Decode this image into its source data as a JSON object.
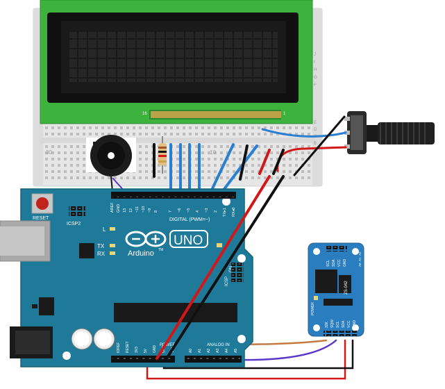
{
  "colors": {
    "board": "#1f7a99",
    "board_edge": "#16627b",
    "lcd_green": "#3db23d",
    "lcd_screen": "#1a1a1a",
    "breadboard": "#e8e8e8",
    "wire_blue": "#2a7fd0",
    "wire_red": "#d01818",
    "wire_black": "#111111",
    "wire_orange": "#c57a42",
    "wire_purple": "#5b34c9",
    "rtc_board": "#2a7ec0"
  },
  "arduino": {
    "brand": "Arduino",
    "trademark": "TM",
    "model": "UNO",
    "reset_label": "RESET",
    "icsp2_label": "ICSP2",
    "icsp_label": "ICSP",
    "led_l": "L",
    "led_tx": "TX",
    "led_rx": "RX",
    "on_label": "ON",
    "power_label": "POWER",
    "analog_label": "ANALOG IN",
    "digital_label": "DIGITAL (PWM=~)",
    "digital_pins": [
      "AREF",
      "GND",
      "13",
      "12",
      "~11",
      "~10",
      "~9",
      "8",
      "7",
      "~6",
      "~5",
      "4",
      "~3",
      "2",
      "TX▸1",
      "RX◂0"
    ],
    "power_pins": [
      "IOREF",
      "RESET",
      "3V3",
      "5V",
      "GND",
      "GND",
      "VIN"
    ],
    "analog_pins": [
      "A0",
      "A1",
      "A2",
      "A3",
      "A4",
      "A5"
    ]
  },
  "rtc": {
    "chip": "ZS-042",
    "power": "POWER",
    "top_pins": [
      "SCL",
      "SDA",
      "VCC",
      "GND"
    ],
    "bottom_pins": [
      "32K",
      "SQW",
      "SCL",
      "SDA",
      "VCC",
      "GND"
    ],
    "side_pins": [
      "A0",
      "A1",
      "A2"
    ]
  },
  "lcd": {
    "pin1_label": "1",
    "pin16_label": "16"
  },
  "breadboard": {
    "row_labels": [
      "J",
      "I",
      "H",
      "G",
      "F",
      "E",
      "D",
      "C",
      "B",
      "A"
    ],
    "col_30": "30",
    "col_10": "10",
    "col_1": "1"
  }
}
